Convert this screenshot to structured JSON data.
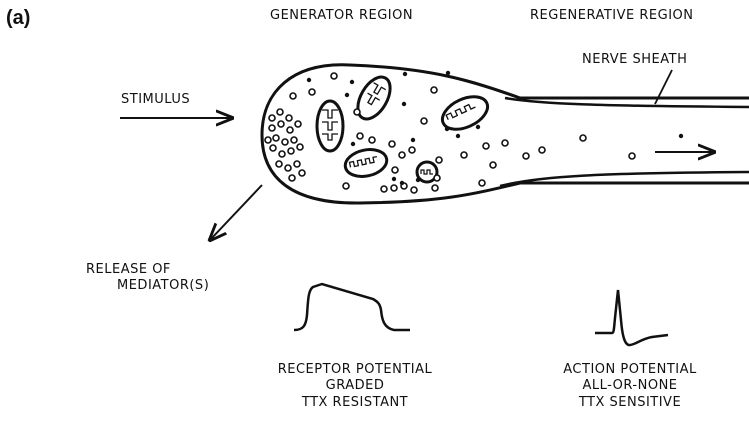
{
  "panel_label": "(a)",
  "regions": {
    "generator": "GENERATOR REGION",
    "regenerative": "REGENERATIVE REGION"
  },
  "labels": {
    "nerve_sheath": "NERVE SHEATH",
    "stimulus": "STIMULUS",
    "release_line1": "RELEASE OF",
    "release_line2": "MEDIATOR(S)"
  },
  "receptor_potential": {
    "title": "RECEPTOR POTENTIAL",
    "line2": "GRADED",
    "line3": "TTX RESISTANT"
  },
  "action_potential": {
    "title": "ACTION POTENTIAL",
    "line2": "ALL-OR-NONE",
    "line3": "TTX SENSITIVE"
  },
  "colors": {
    "ink": "#111111",
    "background": "#ffffff"
  }
}
